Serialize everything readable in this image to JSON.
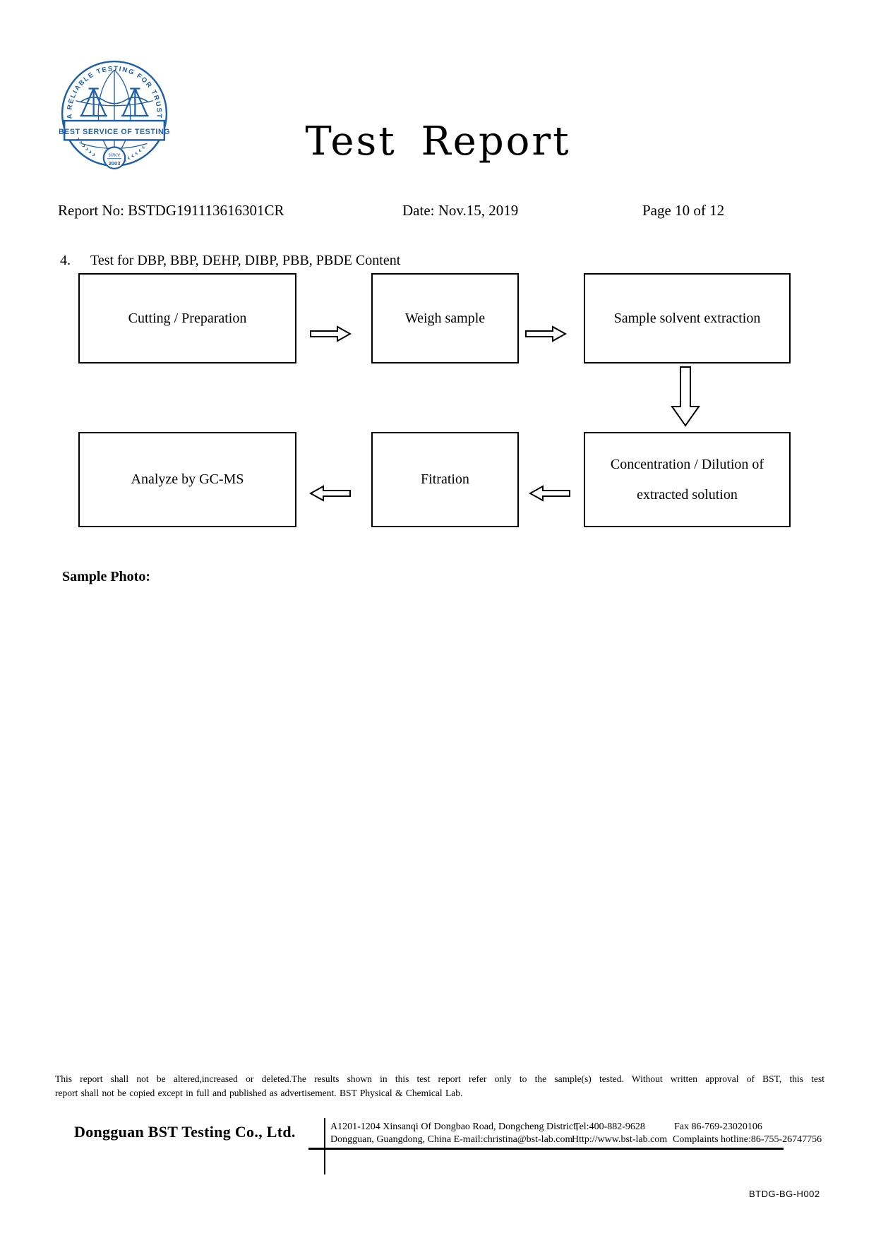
{
  "header": {
    "title": "Test Report",
    "report_no": "Report No: BSTDG191113616301CR",
    "date": "Date: Nov.15, 2019",
    "page": "Page 10 of 12"
  },
  "logo": {
    "arc_text": "A RELIABLE TESTING FOR TRUST",
    "banner_text": "BEST SERVICE OF TESTING",
    "since_word": "since",
    "since_year": "2003",
    "brand_color": "#1d5fa8"
  },
  "section": {
    "number": "4.",
    "title": "Test for DBP, BBP, DEHP, DIBP, PBB, PBDE Content"
  },
  "flowchart": {
    "step_cutting": "Cutting / Preparation",
    "step_weigh": "Weigh sample",
    "step_extraction": "Sample solvent extraction",
    "step_concentration_line1": "Concentration / Dilution of",
    "step_concentration_line2": "extracted solution",
    "step_filtration": "Fitration",
    "step_analyze": "Analyze by GC-MS"
  },
  "sample_photo": {
    "label": "Sample Photo:"
  },
  "disclaimer": {
    "line1": "This report shall not be altered,increased or deleted.The results shown in this test report refer only to the sample(s) tested. Without written approval of BST, this test",
    "line2": "report shall not be copied except in full and published as advertisement. BST Physical & Chemical Lab."
  },
  "footer": {
    "company": "Dongguan BST Testing Co., Ltd.",
    "address_line1": "A1201-1204 Xinsanqi Of Dongbao Road, Dongcheng District,",
    "address_line2": "Dongguan, Guangdong, China E-mail:christina@bst-lab.com",
    "tel": "Tel:400-882-9628",
    "website": "Http://www.bst-lab.com",
    "fax": "Fax 86-769-23020106",
    "complaints_hotline": "Complaints hotline:86-755-26747756",
    "doc_code": "BTDG-BG-H002"
  }
}
